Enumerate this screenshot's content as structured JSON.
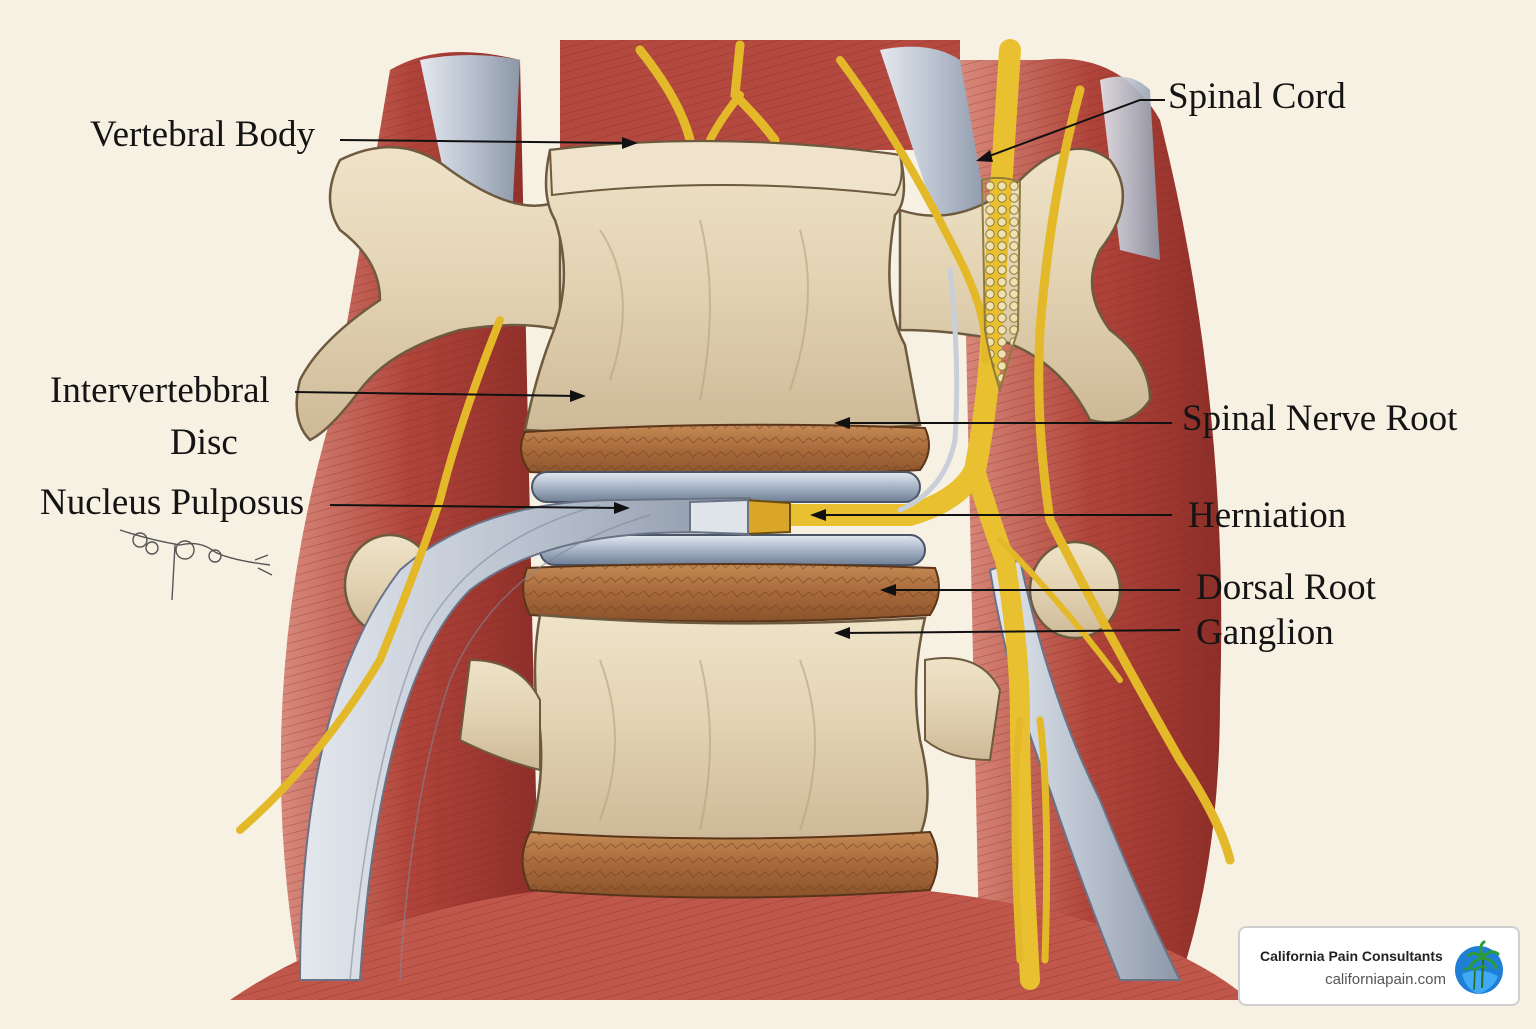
{
  "labels": {
    "vertebral_body": "Vertebral Body",
    "intervertebral_disc_line1": "Intervertebbral",
    "intervertebral_disc_line2": "Disc",
    "nucleus_pulposus": "Nucleus Pulposus",
    "spinal_cord": "Spinal Cord",
    "spinal_nerve_root": "Spinal Nerve Root",
    "herniation": "Herniation",
    "dorsal_root": "Dorsal Root",
    "ganglion": "Ganglion"
  },
  "badge": {
    "name": "California Pain Consultants",
    "url": "californiapain.com",
    "logo_icon": "palm-tree-globe-icon"
  },
  "colors": {
    "background": "#f7f1e3",
    "bone": "#e6d8bc",
    "muscle": "#b2483e",
    "nerve": "#e8c030",
    "disc": "#a86a3c",
    "ligament": "#c6ccd4"
  }
}
